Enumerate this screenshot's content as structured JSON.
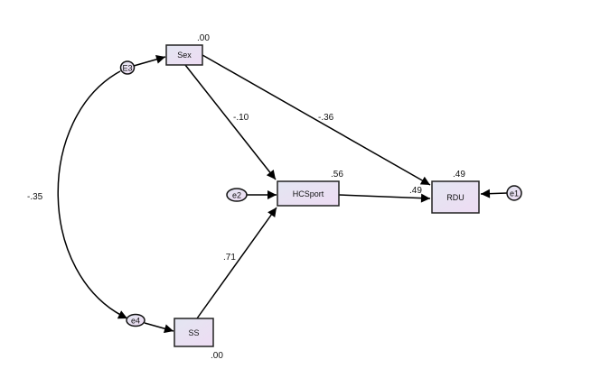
{
  "diagram": {
    "type": "path-diagram",
    "colors": {
      "node_fill_start": "#e3e6f2",
      "node_fill_end": "#eedcf3",
      "edge": "#000000",
      "text": "#111111"
    },
    "observed": [
      {
        "id": "sex",
        "label": "Sex",
        "estimate": ".00"
      },
      {
        "id": "hcsport",
        "label": "HCSport",
        "estimate": ".56"
      },
      {
        "id": "rdu",
        "label": "RDU",
        "estimate": ".49"
      },
      {
        "id": "ss",
        "label": "SS",
        "estimate": ".00"
      }
    ],
    "errors": [
      {
        "id": "e3",
        "label": "E3",
        "target": "sex"
      },
      {
        "id": "e2",
        "label": "e2",
        "target": "hcsport"
      },
      {
        "id": "e1",
        "label": "e1",
        "target": "rdu"
      },
      {
        "id": "e4",
        "label": "e4",
        "target": "ss"
      }
    ],
    "paths": [
      {
        "from": "sex",
        "to": "hcsport",
        "coef": "-.10"
      },
      {
        "from": "sex",
        "to": "rdu",
        "coef": "-.36"
      },
      {
        "from": "hcsport",
        "to": "rdu",
        "coef": ".49"
      },
      {
        "from": "ss",
        "to": "hcsport",
        "coef": ".71"
      }
    ],
    "covariances": [
      {
        "between": [
          "e3",
          "e4"
        ],
        "coef": "-.35"
      }
    ]
  }
}
